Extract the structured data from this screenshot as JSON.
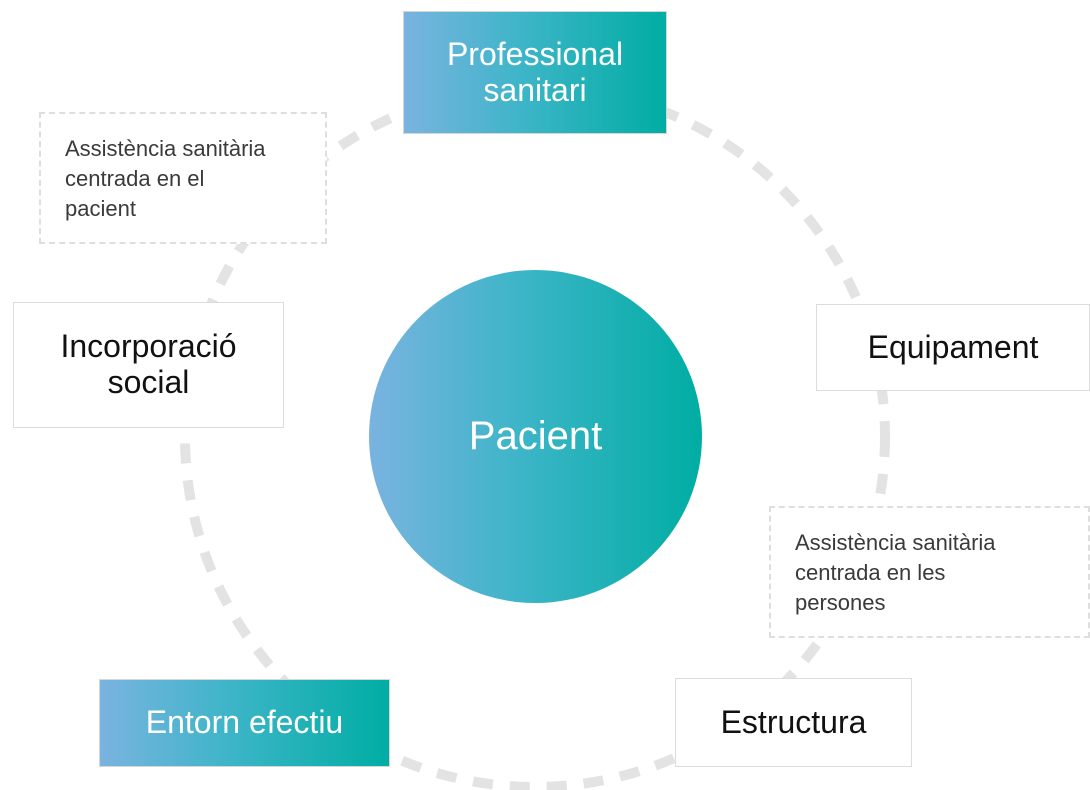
{
  "center": {
    "label": "Pacient"
  },
  "nodes": {
    "professional": {
      "label": "Professional\nsanitari"
    },
    "equipament": {
      "label": "Equipament"
    },
    "estructura": {
      "label": "Estructura"
    },
    "entorn": {
      "label": "Entorn efectiu"
    },
    "incorporacio": {
      "label": "Incorporació\nsocial"
    }
  },
  "notes": {
    "pacient_care": "Assistència sanitària\ncentrada en el\npacient",
    "persones_care": "Assistència sanitària\ncentrada en les\npersones"
  },
  "colors": {
    "gradient_start": "#7ab3e0",
    "gradient_mid": "#3db5c8",
    "gradient_end": "#00ada3",
    "ring_dash": "#e3e3e3"
  }
}
